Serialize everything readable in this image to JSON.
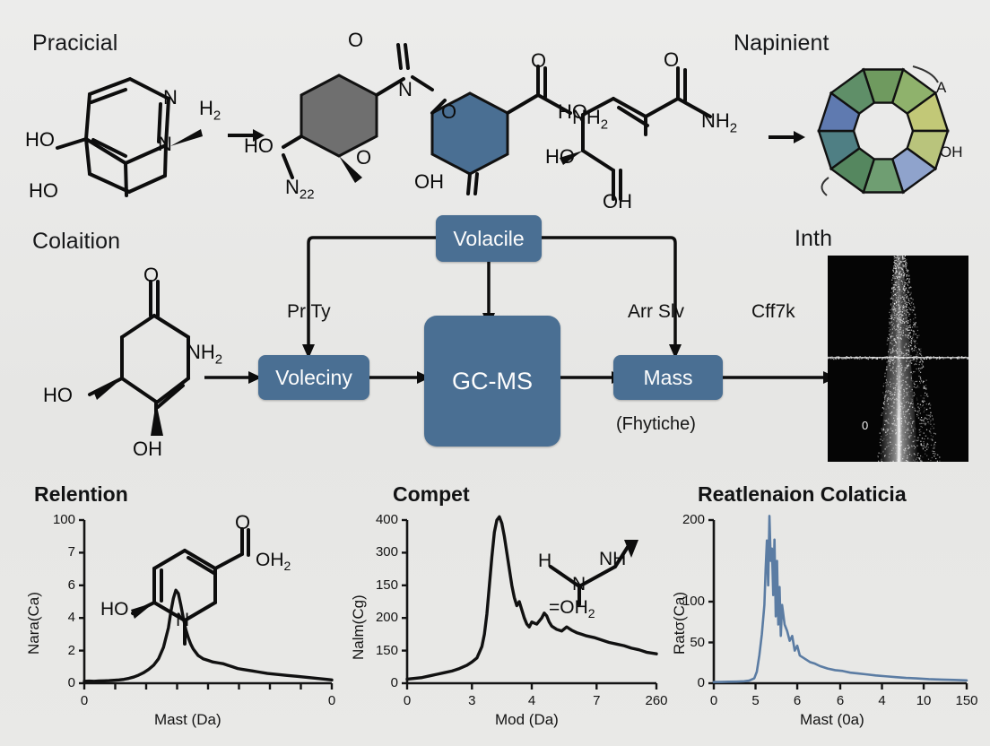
{
  "figure": {
    "background_color": "#e8e8e6",
    "accent_color": "#4a6f93",
    "ink_color": "#111111"
  },
  "panels": {
    "top_left_title": "Pracicial",
    "top_right_title": "Napinient",
    "mid_left_title": "Colaition",
    "mid_right_title": "Inth"
  },
  "molecules": {
    "pracicial": {
      "labels": [
        "HO",
        "HO",
        "N",
        "N",
        "H",
        "2"
      ],
      "ho_left_upper": "HO",
      "ho_left_lower": "HO",
      "ring_n_top": "N",
      "ring_n_bottom": "N",
      "amine": "H",
      "amine_sub": "2"
    },
    "middle_top": {
      "o_double": "O",
      "n_nitroso": "N",
      "o_ester": "O",
      "ho": "HO",
      "n_label": "N",
      "n_sub": "22",
      "o_wedge": "O",
      "oh_blue": "OH",
      "carbonyl_o": "O",
      "nh2": "NH",
      "nh2_sub": "2"
    },
    "right_top": {
      "ho_upper": "HO",
      "ho_lower": "HO",
      "carbonyl_o": "O",
      "nh2": "NH",
      "nh2_sub": "2",
      "oh": "OH"
    },
    "colaition": {
      "carbonyl_o": "O",
      "nh2": "NH",
      "nh2_sub": "2",
      "ho": "HO",
      "oh": "OH"
    },
    "chart1_overlay": {
      "o_top": "O",
      "oh2": "OH",
      "oh2_sub": "2",
      "ho": "HO",
      "n": "N"
    },
    "chart2_overlay": {
      "h": "H",
      "nh": "NH",
      "n": "N",
      "eq_oh2": "=OH",
      "eq_oh2_sub": "2"
    }
  },
  "ring_diagram": {
    "label_a": "A",
    "label_oh": "OH",
    "segment_colors": [
      "#6f9a5f",
      "#8fb26c",
      "#c2c877",
      "#b9c47c",
      "#8fa3cc",
      "#6f9e72",
      "#55875f",
      "#4f7f84",
      "#5f7ab0",
      "#5f8f68"
    ],
    "segment_count": 10
  },
  "flow": {
    "boxes": [
      {
        "id": "volacile",
        "label": "Volacile"
      },
      {
        "id": "voleciny",
        "label": "Voleciny"
      },
      {
        "id": "gcms",
        "label": "GC-MS"
      },
      {
        "id": "mass",
        "label": "Mass"
      }
    ],
    "edge_labels": [
      {
        "id": "pr-ty",
        "text": "Pr Ty"
      },
      {
        "id": "arr-slv",
        "text": "Arr Slv"
      },
      {
        "id": "cff7k",
        "text": "Cff7k"
      }
    ],
    "mass_sub_label": "(Fhytiche)"
  },
  "spectrogram": {
    "zero_label": "0",
    "background_color": "#050505",
    "streak_color": "#ffffff"
  },
  "chart_data": [
    {
      "id": "relention",
      "type": "line",
      "title": "Relention",
      "xlabel": "Mast (Da)",
      "ylabel": "Nara(Ca)",
      "ylim": [
        0,
        100
      ],
      "ytick_labels": [
        "100",
        "7",
        "6",
        "4",
        "2",
        "0"
      ],
      "ytick_positions": [
        100,
        80,
        60,
        40,
        20,
        0
      ],
      "xtick_labels": [
        "0",
        "",
        "",
        "",
        "",
        "",
        "",
        "",
        "0"
      ],
      "xlim": [
        0,
        100
      ],
      "grid": false,
      "line_color": "#111111",
      "x": [
        0,
        2,
        4,
        6,
        8,
        10,
        12,
        14,
        16,
        18,
        20,
        22,
        24,
        26,
        28,
        30,
        32,
        34,
        35,
        36,
        37,
        38,
        39,
        40,
        41,
        42,
        43,
        44,
        45,
        46,
        47,
        48,
        50,
        52,
        54,
        56,
        58,
        60,
        62,
        64,
        66,
        68,
        70,
        74,
        78,
        82,
        86,
        90,
        94,
        98,
        100
      ],
      "y": [
        1.2,
        1.3,
        1.2,
        1.4,
        1.5,
        1.6,
        1.8,
        2.0,
        2.4,
        3.0,
        3.8,
        5.0,
        6.5,
        8.5,
        11,
        15,
        22,
        34,
        44,
        52,
        57,
        55,
        48,
        40,
        33,
        28,
        24,
        21,
        19,
        17,
        16,
        15,
        14,
        13,
        12.5,
        12,
        11,
        10,
        9,
        8.5,
        8,
        7.5,
        7,
        6,
        5.4,
        4.8,
        4.2,
        3.6,
        3.0,
        2.4,
        2.0
      ]
    },
    {
      "id": "compet",
      "type": "line",
      "title": "Compet",
      "xlabel": "Mod (Da)",
      "ylabel": "Nalm(Cg)",
      "ylim": [
        0,
        400
      ],
      "ytick_labels": [
        "400",
        "300",
        "150",
        "200",
        "150",
        "0"
      ],
      "ytick_positions": [
        400,
        320,
        240,
        160,
        80,
        0
      ],
      "xtick_labels": [
        "0",
        "3",
        "4",
        "7",
        "260"
      ],
      "xtick_positions": [
        0,
        26,
        50,
        76,
        100
      ],
      "xlim": [
        0,
        100
      ],
      "grid": false,
      "line_color": "#111111",
      "x": [
        0,
        3,
        6,
        9,
        12,
        15,
        18,
        21,
        24,
        26,
        28,
        30,
        31,
        32,
        33,
        34,
        35,
        36,
        37,
        38,
        39,
        40,
        41,
        42,
        43,
        44,
        45,
        46,
        47,
        48,
        49,
        50,
        52,
        54,
        55,
        56,
        57,
        58,
        60,
        62,
        64,
        66,
        68,
        70,
        72,
        75,
        78,
        81,
        84,
        87,
        90,
        93,
        96,
        100
      ],
      "y": [
        10,
        12,
        14,
        18,
        22,
        26,
        30,
        36,
        44,
        52,
        62,
        90,
        120,
        170,
        240,
        310,
        370,
        400,
        408,
        392,
        360,
        320,
        280,
        240,
        210,
        190,
        200,
        180,
        160,
        145,
        138,
        150,
        145,
        160,
        172,
        165,
        150,
        140,
        132,
        128,
        138,
        130,
        124,
        120,
        116,
        112,
        106,
        100,
        96,
        92,
        86,
        82,
        76,
        72
      ]
    },
    {
      "id": "reatlenaion-colaticia",
      "type": "line",
      "title": "Reatlenaion Colaticia",
      "xlabel": "Mast (0a)",
      "ylabel": "Ratσ(Ca)",
      "ylim": [
        0,
        200
      ],
      "ytick_labels": [
        "200",
        "100",
        "50",
        "0"
      ],
      "ytick_positions": [
        200,
        100,
        50,
        0
      ],
      "xtick_labels": [
        "0",
        "5",
        "6",
        "6",
        "4",
        "10",
        "150"
      ],
      "xtick_positions": [
        0,
        16.5,
        33,
        50,
        66.5,
        83,
        100
      ],
      "xlim": [
        0,
        100
      ],
      "grid": false,
      "line_color": "#5b7ca3",
      "x": [
        0,
        3,
        6,
        9,
        12,
        14,
        16,
        17,
        18,
        19,
        20,
        20.5,
        21,
        21.5,
        22,
        22.5,
        23,
        23.5,
        24,
        24.5,
        25,
        25.5,
        26,
        26.5,
        27,
        28,
        29,
        30,
        31,
        32,
        33,
        34,
        36,
        38,
        40,
        42,
        45,
        48,
        51,
        54,
        57,
        60,
        64,
        68,
        72,
        76,
        80,
        85,
        90,
        95,
        100
      ],
      "y": [
        1.5,
        1.6,
        1.8,
        2.0,
        2.4,
        3.2,
        6,
        14,
        34,
        60,
        96,
        140,
        175,
        120,
        205,
        150,
        165,
        108,
        176,
        82,
        150,
        72,
        118,
        58,
        96,
        72,
        64,
        52,
        58,
        40,
        46,
        34,
        30,
        26,
        24,
        21,
        18,
        16,
        15,
        13,
        12,
        11,
        9.5,
        8.5,
        7.5,
        6.5,
        6,
        5,
        4.5,
        4,
        3.5
      ]
    }
  ]
}
